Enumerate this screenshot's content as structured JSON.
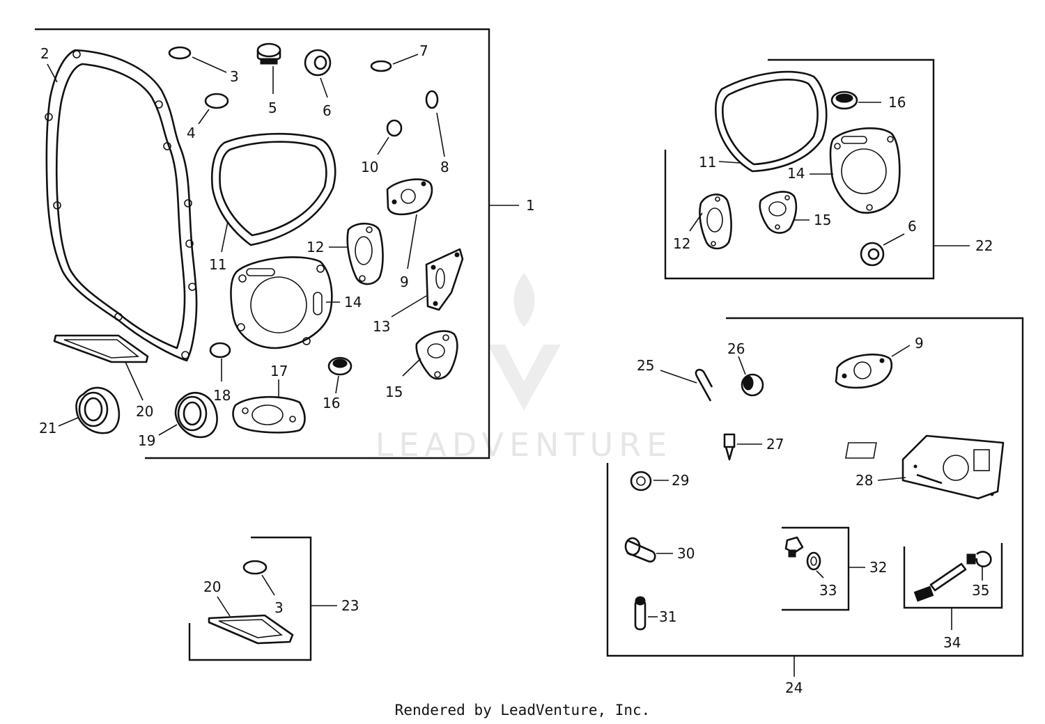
{
  "watermark": {
    "brand": "LEADVENTURE"
  },
  "footer": {
    "text": "Rendered by LeadVenture, Inc."
  },
  "callouts": {
    "c1": "1",
    "c2": "2",
    "c3a": "3",
    "c4": "4",
    "c5": "5",
    "c6a": "6",
    "c7": "7",
    "c8": "8",
    "c9a": "9",
    "c10": "10",
    "c11a": "11",
    "c12a": "12",
    "c13": "13",
    "c14a": "14",
    "c15a": "15",
    "c16a": "16",
    "c17": "17",
    "c18": "18",
    "c19": "19",
    "c20a": "20",
    "c21": "21",
    "c11b": "11",
    "c16b": "16",
    "c14b": "14",
    "c15b": "15",
    "c12b": "12",
    "c6b": "6",
    "c22": "22",
    "c20b": "20",
    "c3b": "3",
    "c23": "23",
    "c25": "25",
    "c26": "26",
    "c9b": "9",
    "c27": "27",
    "c29": "29",
    "c28": "28",
    "c30": "30",
    "c33": "33",
    "c32": "32",
    "c35": "35",
    "c31": "31",
    "c34": "34",
    "c24": "24"
  },
  "icons": [
    "lock-washer-shape",
    "gasket-shape",
    "oil-seal-shape"
  ]
}
